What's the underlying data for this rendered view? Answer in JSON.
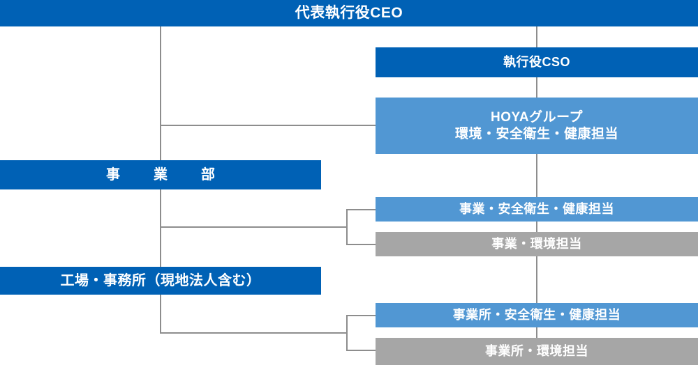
{
  "chart": {
    "title_bar": {
      "label": "代表執行役CEO",
      "color": "#0061b5"
    },
    "nodes": [
      {
        "name": "ceo",
        "label": "代表執行役CEO",
        "color": "#0061b5",
        "style": "dark"
      },
      {
        "name": "cso",
        "label": "執行役CSO",
        "color": "#0061b5",
        "style": "dark"
      },
      {
        "name": "hoya-group-env",
        "line1": "HOYAグループ",
        "line2": "環境・安全衛生・健康担当",
        "color": "#5197d3",
        "style": "light"
      },
      {
        "name": "business-division",
        "label": "事　業　部",
        "color": "#0061b5",
        "style": "dark"
      },
      {
        "name": "business-safety-health",
        "label": "事業・安全衛生・健康担当",
        "color": "#5197d3",
        "style": "light"
      },
      {
        "name": "business-environment",
        "label": "事業・環境担当",
        "color": "#a6a6a6",
        "style": "gray"
      },
      {
        "name": "factory-office",
        "label": "工場・事務所（現地法人含む）",
        "color": "#0061b5",
        "style": "dark"
      },
      {
        "name": "site-safety-health",
        "label": "事業所・安全衛生・健康担当",
        "color": "#5197d3",
        "style": "light"
      },
      {
        "name": "site-environment",
        "label": "事業所・環境担当",
        "color": "#a6a6a6",
        "style": "gray"
      }
    ],
    "colors": {
      "dark_blue": "#0061b5",
      "light_blue": "#5197d3",
      "gray": "#a6a6a6",
      "line": "#8d8d8d",
      "text": "#ffffff",
      "background": "#ffffff"
    }
  }
}
